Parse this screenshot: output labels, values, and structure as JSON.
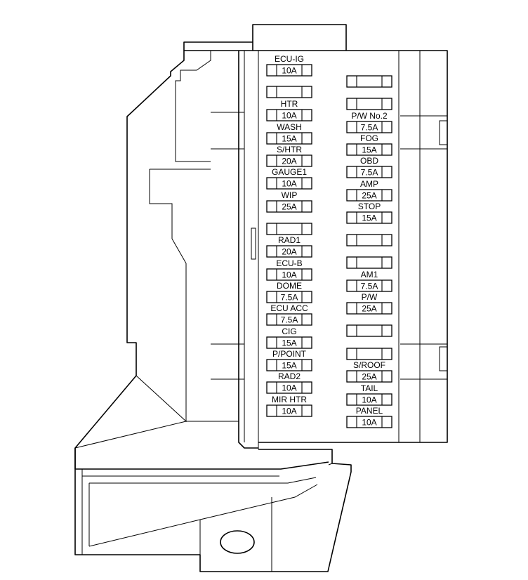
{
  "fusebox": {
    "fuses": [
      {
        "id": "f1",
        "name": "ECU-IG",
        "rating": "10A"
      },
      {
        "id": "f2",
        "name": "",
        "rating": ""
      },
      {
        "id": "f3",
        "name": "HTR",
        "rating": "10A"
      },
      {
        "id": "f4",
        "name": "WASH",
        "rating": "15A"
      },
      {
        "id": "f5",
        "name": "S/HTR",
        "rating": "20A"
      },
      {
        "id": "f6",
        "name": "GAUGE1",
        "rating": "10A"
      },
      {
        "id": "f7",
        "name": "WIP",
        "rating": "25A"
      },
      {
        "id": "f8",
        "name": "",
        "rating": ""
      },
      {
        "id": "f9",
        "name": "RAD1",
        "rating": "20A"
      },
      {
        "id": "f10",
        "name": "ECU-B",
        "rating": "10A"
      },
      {
        "id": "f11",
        "name": "DOME",
        "rating": "7.5A"
      },
      {
        "id": "f12",
        "name": "ECU ACC",
        "rating": "7.5A"
      },
      {
        "id": "f13",
        "name": "CIG",
        "rating": "15A"
      },
      {
        "id": "f14",
        "name": "P/POINT",
        "rating": "15A"
      },
      {
        "id": "f15",
        "name": "RAD2",
        "rating": "10A"
      },
      {
        "id": "f16",
        "name": "MIR HTR",
        "rating": "10A"
      },
      {
        "id": "f17",
        "name": "",
        "rating": ""
      },
      {
        "id": "f18",
        "name": "",
        "rating": ""
      },
      {
        "id": "f19",
        "name": "P/W No.2",
        "rating": "7.5A"
      },
      {
        "id": "f20",
        "name": "FOG",
        "rating": "15A"
      },
      {
        "id": "f21",
        "name": "OBD",
        "rating": "7.5A"
      },
      {
        "id": "f22",
        "name": "AMP",
        "rating": "25A"
      },
      {
        "id": "f23",
        "name": "STOP",
        "rating": "15A"
      },
      {
        "id": "f24",
        "name": "",
        "rating": ""
      },
      {
        "id": "f25",
        "name": "",
        "rating": ""
      },
      {
        "id": "f26",
        "name": "AM1",
        "rating": "7.5A"
      },
      {
        "id": "f27",
        "name": "P/W",
        "rating": "25A"
      },
      {
        "id": "f28",
        "name": "",
        "rating": ""
      },
      {
        "id": "f29",
        "name": "",
        "rating": ""
      },
      {
        "id": "f30",
        "name": "S/ROOF",
        "rating": "25A"
      },
      {
        "id": "f31",
        "name": "TAIL",
        "rating": "10A"
      },
      {
        "id": "f32",
        "name": "PANEL",
        "rating": "10A"
      }
    ]
  }
}
